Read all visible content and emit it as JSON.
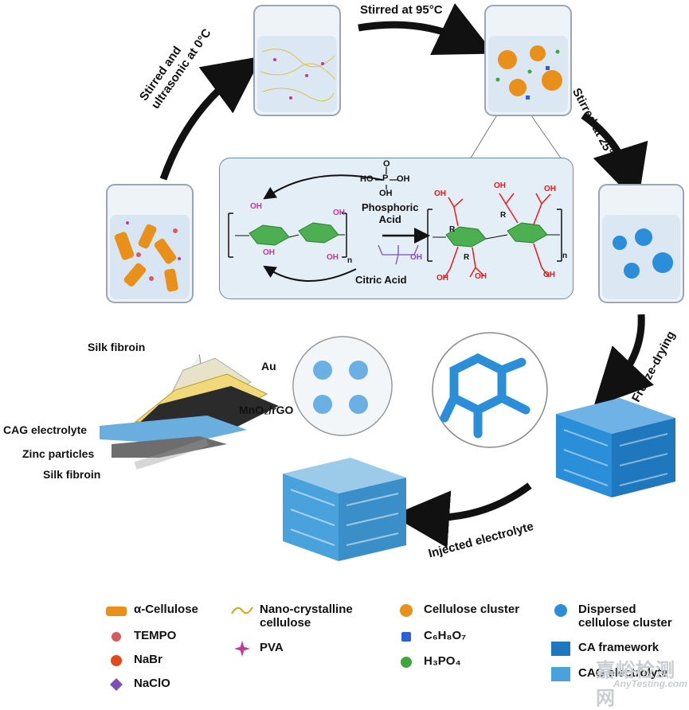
{
  "steps": {
    "step1": "Stirred and",
    "step1b": "ultrasonic at 0°C",
    "step2": "Stirred  at 95°C",
    "step3": "Stirred  at 25°C",
    "step4": "Freeze-drying",
    "step5": "Injected electrolyte"
  },
  "reaction": {
    "reagent1_name": "Phosphoric",
    "reagent1_name2": "Acid",
    "reagent2_name": "Citric Acid",
    "subscript_n": "n",
    "oh": "OH",
    "ho": "HO",
    "p": "P",
    "o": "O",
    "r": "R",
    "cooh": "OH"
  },
  "battery_layers": {
    "top": "Silk fibroin",
    "au": "Au",
    "cathode": "MnO₂/rGO",
    "electrolyte": "CAG electrolyte",
    "anode": "Zinc particles",
    "bottom": "Silk fibroin"
  },
  "legend": [
    {
      "icon": "alpha-cellulose-icon",
      "label": "α-Cellulose"
    },
    {
      "icon": "tempo-icon",
      "label": "TEMPO"
    },
    {
      "icon": "nabr-icon",
      "label": "NaBr"
    },
    {
      "icon": "naclo-icon",
      "label": "NaClO"
    },
    {
      "icon": "nanocellulose-icon",
      "label": "Nano-crystalline",
      "label2": "cellulose"
    },
    {
      "icon": "pva-icon",
      "label": "PVA"
    },
    {
      "icon": "cellulose-cluster-icon",
      "label": "Cellulose cluster"
    },
    {
      "icon": "citric-acid-icon",
      "label": "C₆H₈O₇"
    },
    {
      "icon": "phosphoric-acid-icon",
      "label": "H₃PO₄"
    },
    {
      "icon": "dispersed-cluster-icon",
      "label": "Dispersed",
      "label2": "cellulose cluster"
    },
    {
      "icon": "ca-framework-icon",
      "label": "CA framework"
    },
    {
      "icon": "cag-electrolyte-icon",
      "label": "CAG electrolyte"
    }
  ],
  "watermark": {
    "cn": "嘉峪检测网",
    "en": "AnyTesting.com"
  },
  "colors": {
    "orange": "#e8901a",
    "blue": "#2a8ed8",
    "red": "#e21b1b",
    "purple": "#7d4fb8",
    "magenta": "#c2379b",
    "green": "#3fa63a",
    "panel": "#e4eef7"
  }
}
